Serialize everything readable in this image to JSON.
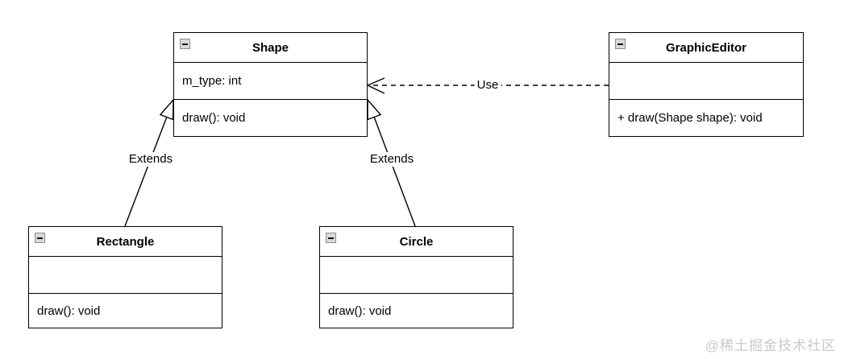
{
  "diagram": {
    "type": "uml-class-diagram",
    "classes": [
      {
        "name": "Shape",
        "attributes": [
          "m_type: int"
        ],
        "methods": [
          "draw(): void"
        ]
      },
      {
        "name": "GraphicEditor",
        "attributes": [],
        "methods": [
          "+ draw(Shape shape): void"
        ]
      },
      {
        "name": "Rectangle",
        "attributes": [],
        "methods": [
          "draw(): void"
        ]
      },
      {
        "name": "Circle",
        "attributes": [],
        "methods": [
          "draw(): void"
        ]
      }
    ],
    "edges": [
      {
        "type": "dependency",
        "from": "GraphicEditor",
        "to": "Shape",
        "label": "Use"
      },
      {
        "type": "generalization",
        "from": "Rectangle",
        "to": "Shape",
        "label": "Extends"
      },
      {
        "type": "generalization",
        "from": "Circle",
        "to": "Shape",
        "label": "Extends"
      }
    ],
    "icons": {
      "collapse": "minus-icon"
    },
    "colors": {
      "line": "#000000",
      "box_background": "#ffffff",
      "collapse_icon_background": "#d9d9d9",
      "collapse_icon_border": "#8c8c8c",
      "watermark_text": "#c9c9c9"
    },
    "watermark": "@稀土掘金技术社区"
  }
}
